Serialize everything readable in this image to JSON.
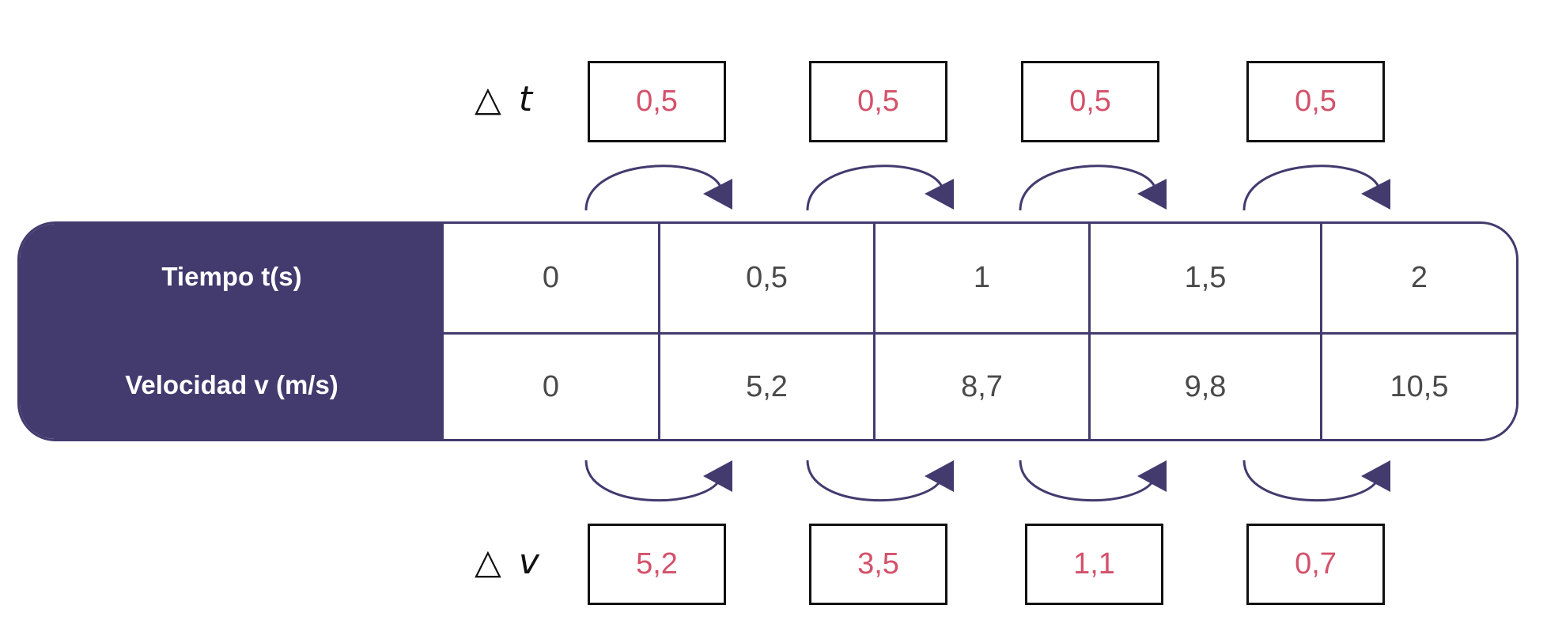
{
  "delta_t": {
    "symbol": "△",
    "var": "t",
    "values": [
      "0,5",
      "0,5",
      "0,5",
      "0,5"
    ]
  },
  "delta_v": {
    "symbol": "△",
    "var": "v",
    "values": [
      "5,2",
      "3,5",
      "1,1",
      "0,7"
    ]
  },
  "table": {
    "row_labels": [
      "Tiempo t(s)",
      "Velocidad  v (m/s)"
    ],
    "time": [
      "0",
      "0,5",
      "1",
      "1,5",
      "2"
    ],
    "velocity": [
      "0",
      "5,2",
      "8,7",
      "9,8",
      "10,5"
    ]
  },
  "colors": {
    "accent": "#433a6e",
    "value_red": "#d4516a"
  }
}
